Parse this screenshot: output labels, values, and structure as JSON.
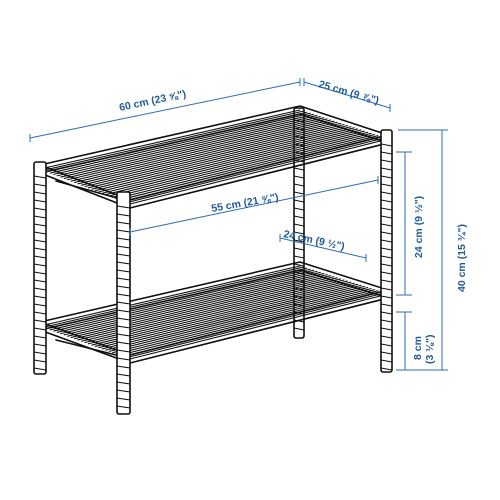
{
  "dimensions": {
    "width": "60 cm (23 ⅝\")",
    "depth": "25 cm (9 ⅞\")",
    "inner_width": "55 cm (21 ⅝\")",
    "inner_depth": "24 cm (9 ½\")",
    "total_height": "40 cm (15 ¾\")",
    "shelf_gap": "24 cm (9 ½\")",
    "floor_clearance_line1": "8 cm",
    "floor_clearance_line2": "(3 ⅛\")"
  },
  "colors": {
    "dimension": "#2a6db3",
    "drawing": "#111111"
  }
}
